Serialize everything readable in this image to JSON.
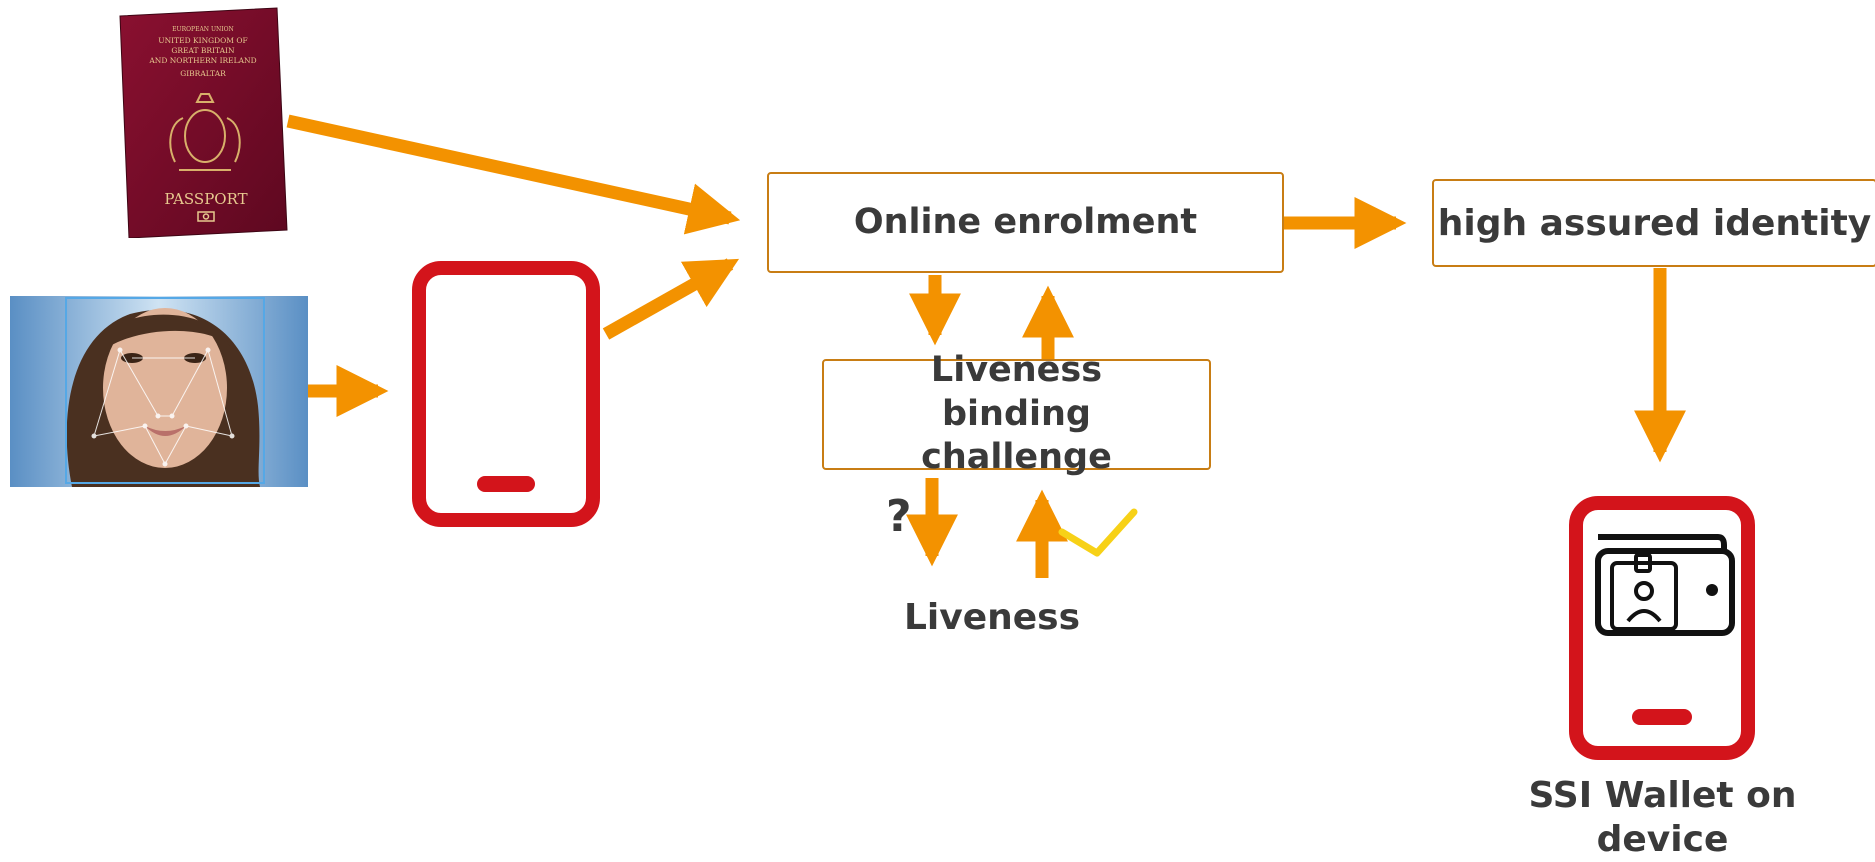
{
  "diagram": {
    "boxes": {
      "online_enrolment": "Online enrolment",
      "high_assured_identity": "high assured identity",
      "liveness_binding_challenge": "Liveness binding challenge"
    },
    "labels": {
      "liveness": "Liveness",
      "question_mark": "?",
      "ssi_wallet": "SSI Wallet on device"
    },
    "passport": {
      "lines": [
        "EUROPEAN UNION",
        "UNITED KINGDOM OF",
        "GREAT BRITAIN",
        "AND NORTHERN IRELAND",
        "GIBRALTAR"
      ],
      "title": "PASSPORT"
    },
    "colors": {
      "arrow": "#f39200",
      "box_border": "#c87d14",
      "phone": "#d3141b",
      "check": "#f7d117",
      "text": "#3a3a3a"
    },
    "icons": [
      "passport-image",
      "face-recognition-image",
      "smartphone-icon",
      "wallet-id-card-icon",
      "checkmark-icon"
    ]
  }
}
